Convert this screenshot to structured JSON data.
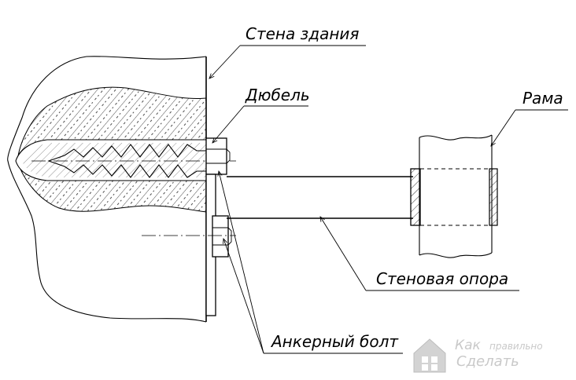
{
  "labels": {
    "wall": "Стена здания",
    "dowel": "Дюбель",
    "frame": "Рама",
    "support": "Стеновая опора",
    "bolt": "Анкерный болт"
  },
  "watermark": {
    "line1_a": "Как",
    "line1_b": "правильно",
    "line2": "Сделать"
  },
  "icons": {
    "watermark_logo": "house-logo-icon"
  }
}
